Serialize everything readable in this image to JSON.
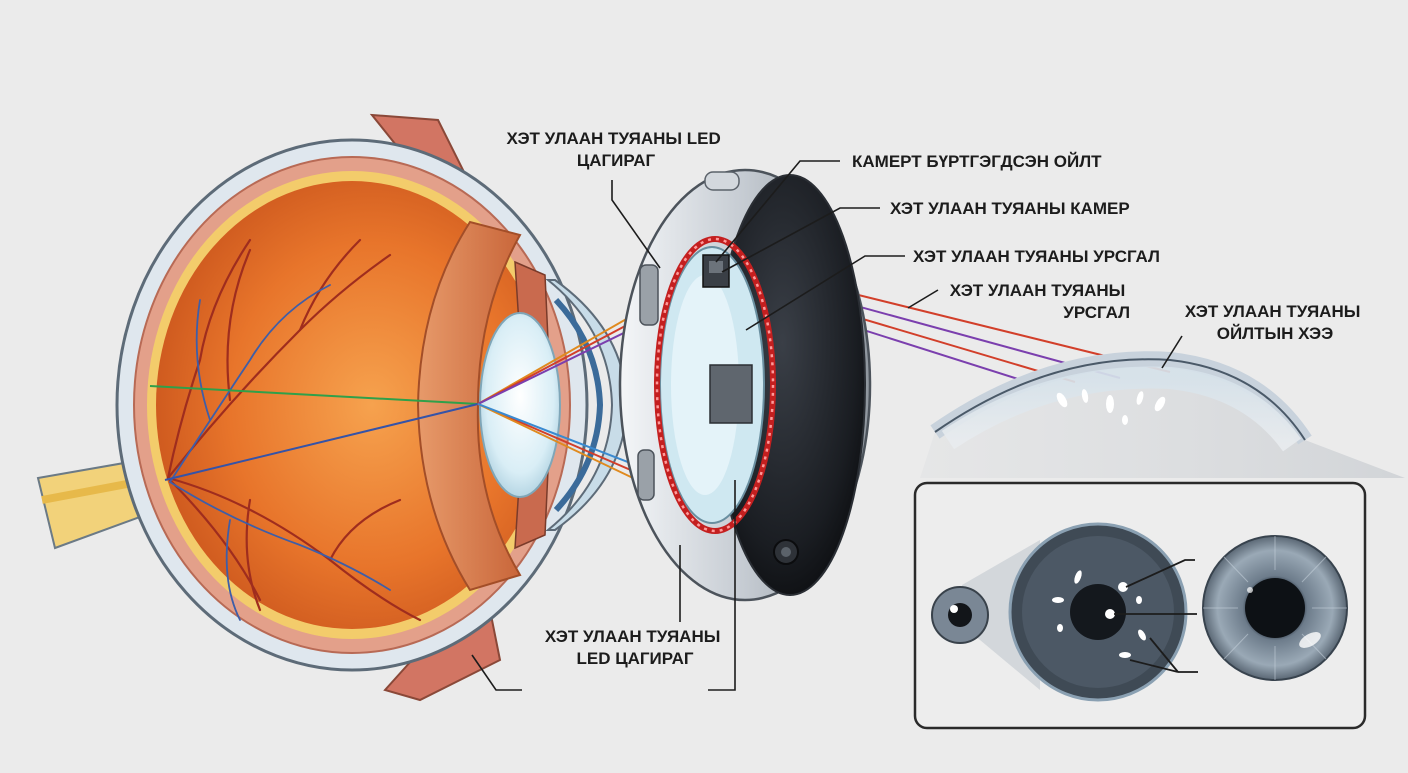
{
  "labels": {
    "led_ring_top": [
      "ХЭТ УЛААН ТУЯАНЫ LED",
      "ЦАГИРАГ"
    ],
    "recorded_reflection": "КАМЕРТ БҮРТГЭГДСЭН ОЙЛТ",
    "ir_camera": "ХЭТ УЛААН ТУЯАНЫ КАМЕР",
    "ir_beam_1": "ХЭТ УЛААН ТУЯАНЫ УРСГАЛ",
    "ir_beam_2": [
      "ХЭТ УЛААН ТУЯАНЫ",
      "УРСГАЛ"
    ],
    "ir_reflection_pattern": [
      "ХЭТ УЛААН ТУЯАНЫ",
      "ОЙЛТЫН ХЭЭ"
    ],
    "led_ring_bottom": [
      "ХЭТ УЛААН ТУЯАНЫ",
      "LED ЦАГИРАГ"
    ]
  },
  "icons": {
    "eye": "eyeball-cross-section-icon",
    "device": "eye-tracking-lens-device-icon",
    "cornea": "cornea-surface-icon",
    "inset": "iris-reflection-inset-icon"
  },
  "colors": {
    "background": "#ebebeb",
    "eye_interior": "#e8752b",
    "lens": "#d9eef6",
    "led": "#e53030",
    "device_glass": "#1a1d22",
    "label_text": "#1c1c1c"
  }
}
